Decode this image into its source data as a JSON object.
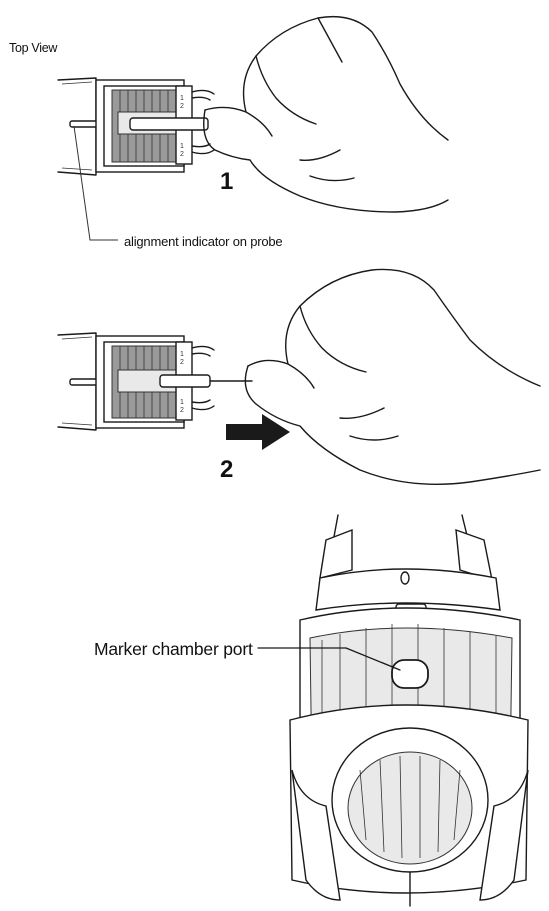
{
  "labels": {
    "top_view": "Top View",
    "alignment_indicator": "alignment indicator on probe",
    "step_1": "1",
    "step_2": "2",
    "marker_chamber_port": "Marker chamber port"
  }
}
